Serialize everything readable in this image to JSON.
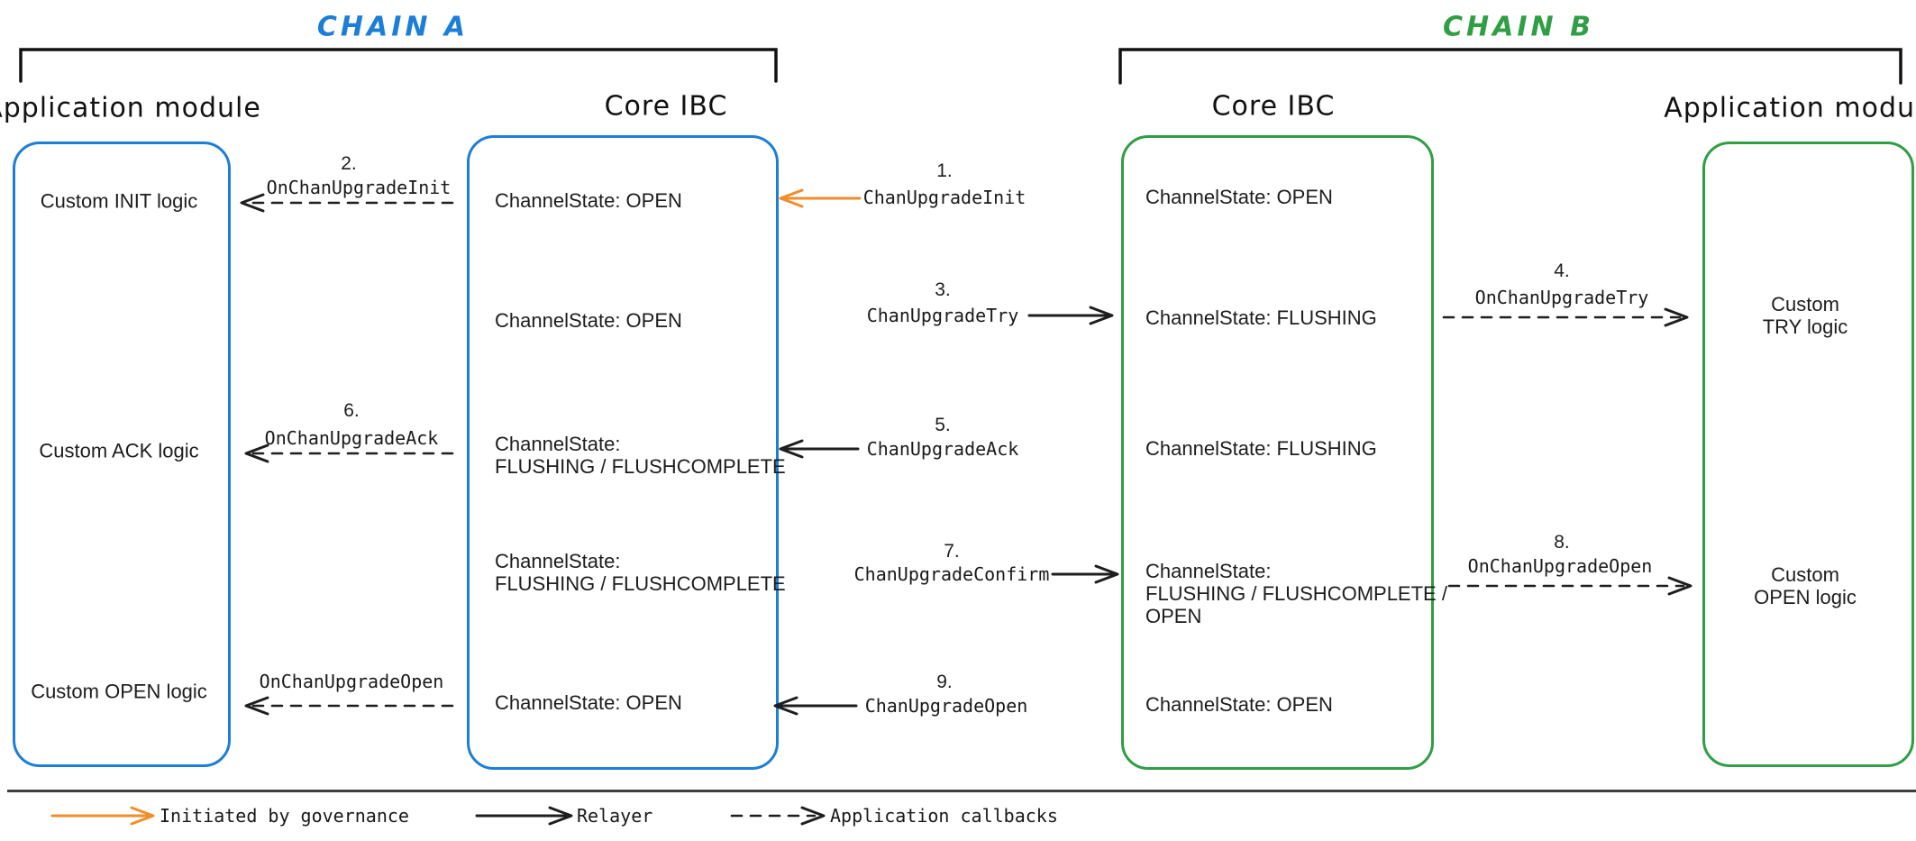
{
  "chain_a": {
    "title": "CHAIN A",
    "columns": {
      "app": {
        "header": "Application module",
        "rows": [
          "Custom INIT logic",
          "Custom ACK logic",
          "Custom OPEN logic"
        ]
      },
      "core": {
        "header": "Core IBC",
        "rows": [
          "ChannelState: OPEN",
          "ChannelState: OPEN",
          "ChannelState:\nFLUSHING / FLUSHCOMPLETE",
          "ChannelState:\nFLUSHING / FLUSHCOMPLETE",
          "ChannelState: OPEN"
        ]
      }
    }
  },
  "chain_b": {
    "title": "CHAIN B",
    "columns": {
      "core": {
        "header": "Core IBC",
        "rows": [
          "ChannelState: OPEN",
          "ChannelState: FLUSHING",
          "ChannelState: FLUSHING",
          "ChannelState:\nFLUSHING / FLUSHCOMPLETE /\nOPEN",
          "ChannelState: OPEN"
        ]
      },
      "app": {
        "header": "Application module",
        "rows": [
          "Custom TRY logic",
          "Custom OPEN logic"
        ]
      }
    }
  },
  "messages": {
    "step1": {
      "number": "1.",
      "label": "ChanUpgradeInit"
    },
    "step2": {
      "number": "2.",
      "label": "OnChanUpgradeInit"
    },
    "step3": {
      "number": "3.",
      "label": "ChanUpgradeTry"
    },
    "step4": {
      "number": "4.",
      "label": "OnChanUpgradeTry"
    },
    "step5": {
      "number": "5.",
      "label": "ChanUpgradeAck"
    },
    "step6": {
      "number": "6.",
      "label": "OnChanUpgradeAck"
    },
    "step7": {
      "number": "7.",
      "label": "ChanUpgradeConfirm"
    },
    "step8": {
      "number": "8.",
      "label": "OnChanUpgradeOpen"
    },
    "step9": {
      "number": "9.",
      "label": "ChanUpgradeOpen"
    },
    "open_callback_a": {
      "label": "OnChanUpgradeOpen"
    }
  },
  "legend": {
    "governance_label": "Initiated by governance",
    "relayer_label": "Relayer",
    "callbacks_label": "Application callbacks"
  },
  "colors": {
    "chain_a_accent": "#1c7ed6",
    "chain_b_accent": "#2f9e44",
    "governance_arrow": "#ef8e2c",
    "ink": "#1e1e1e"
  }
}
